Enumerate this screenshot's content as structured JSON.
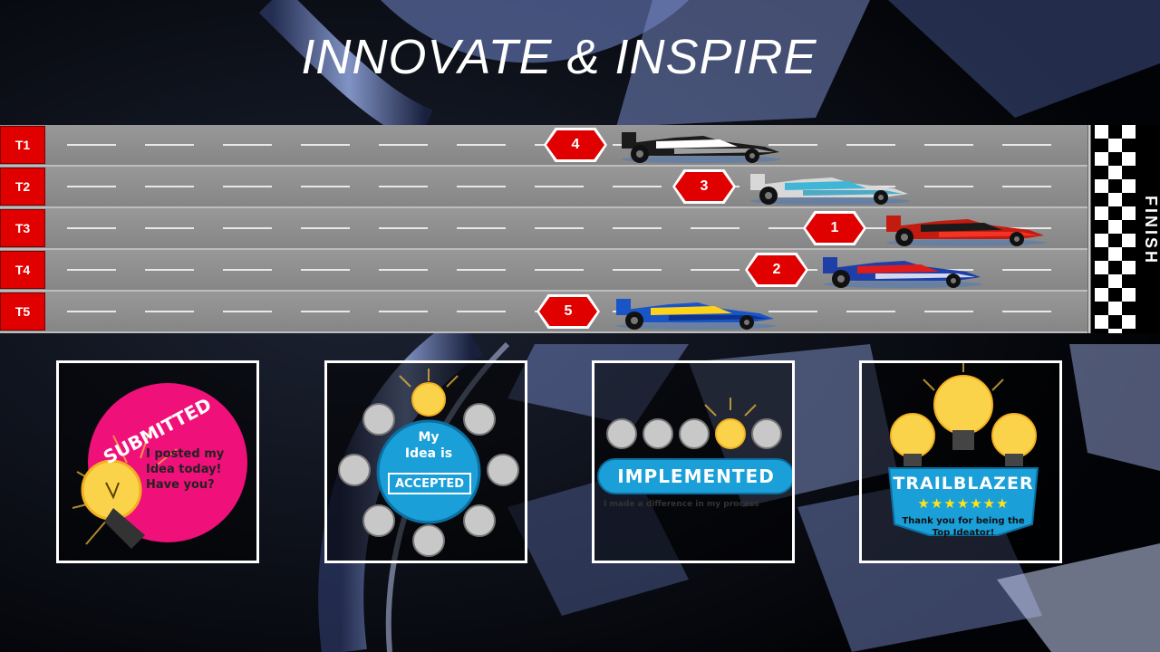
{
  "title": "INNOVATE & INSPIRE",
  "lanes": [
    {
      "label": "T1",
      "rank": "4"
    },
    {
      "label": "T2",
      "rank": "3"
    },
    {
      "label": "T3",
      "rank": "1"
    },
    {
      "label": "T4",
      "rank": "2"
    },
    {
      "label": "T5",
      "rank": "5"
    }
  ],
  "finish_label": "FINISH",
  "badges": {
    "submitted": {
      "title": "SUBMITTED",
      "text": [
        "I posted my",
        "Idea today!",
        "Have you?"
      ]
    },
    "accepted": {
      "line1": "My",
      "line2": "Idea is",
      "banner": "ACCEPTED"
    },
    "implemented": {
      "banner": "IMPLEMENTED",
      "sub": "I made a difference in my process"
    },
    "trailblazer": {
      "banner": "TRAILBLAZER",
      "stars": "★★★★★★★",
      "sub1": "Thank you for being the",
      "sub2": "Top Ideator!"
    }
  },
  "colors": {
    "lane_label": "#e10000",
    "pink": "#f0107a",
    "blue": "#1a9fd8"
  }
}
